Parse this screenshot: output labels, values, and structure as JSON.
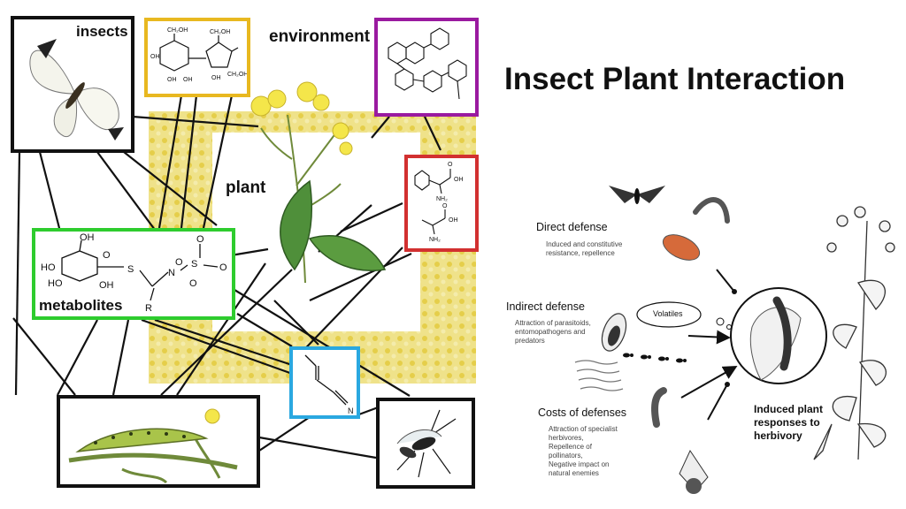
{
  "title": "Insect Plant Interaction",
  "left_diagram": {
    "nodes": {
      "insects": "insects",
      "environment": "environment",
      "plant": "plant",
      "metabolites": "metabolites"
    },
    "box_colors": {
      "insects": "#111111",
      "sugar": "#e8b820",
      "flavonoid": "#9a1aa0",
      "amino": "#d23030",
      "metabolites": "#2ecc2e",
      "nitrile": "#2aa8e0",
      "caterpillar": "#111111",
      "wasp": "#111111"
    },
    "chem_labels": {
      "sugar_oh": "OH",
      "sugar_ch2oh": "CH₂OH",
      "amino_oh": "OH",
      "amino_nh2": "NH₂",
      "amino_o": "O",
      "glucosinolate_oh": "OH",
      "glucosinolate_ho": "HO",
      "glucosinolate_o": "O",
      "glucosinolate_s": "S",
      "glucosinolate_n": "N",
      "glucosinolate_r": "R",
      "nitrile_n": "N"
    }
  },
  "right_diagram": {
    "direct_defense": {
      "heading": "Direct defense",
      "desc_lines": [
        "Induced and constitutive",
        "resistance, repellence"
      ]
    },
    "indirect_defense": {
      "heading": "Indirect defense",
      "desc_lines": [
        "Attraction of parasitoids,",
        "entomopathogens and",
        "predators"
      ]
    },
    "volatiles": "Volatiles",
    "costs": {
      "heading": "Costs of defenses",
      "desc_lines": [
        "Attraction of specialist",
        "herbivores,",
        "Repellence of",
        "pollinators,",
        "Negative impact on",
        "natural enemies"
      ]
    },
    "induced": {
      "lines": [
        "Induced plant",
        "responses to",
        "herbivory"
      ]
    }
  }
}
